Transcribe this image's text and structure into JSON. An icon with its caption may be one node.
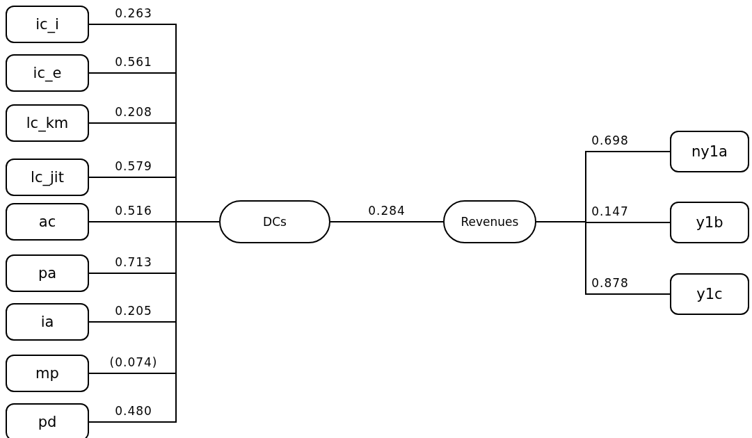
{
  "diagram": {
    "nodes": [
      {
        "text": [
          "ic_i"
        ]
      },
      {
        "text": [
          "ic_e"
        ]
      },
      {
        "text": [
          "lc_km"
        ]
      },
      {
        "text": [
          "lc_jit"
        ]
      },
      {
        "text": [
          "ac"
        ]
      },
      {
        "text": [
          "pa"
        ]
      },
      {
        "text": [
          "ia"
        ]
      },
      {
        "text": [
          "mp"
        ]
      },
      {
        "text": [
          "pd"
        ]
      },
      {
        "text": [
          "DCs"
        ]
      },
      {
        "text": [
          "Revenues"
        ]
      },
      {
        "text": [
          "ny1a"
        ]
      },
      {
        "text": [
          "y1b"
        ]
      },
      {
        "text": [
          "y1c"
        ]
      }
    ],
    "edges": [
      {
        "from": 0,
        "to": 9,
        "arrow": "none",
        "label": "0.263"
      },
      {
        "from": 1,
        "to": 9,
        "arrow": "none",
        "label": "0.561"
      },
      {
        "from": 2,
        "to": 9,
        "arrow": "none",
        "label": "0.208"
      },
      {
        "from": 3,
        "to": 9,
        "arrow": "none",
        "label": "0.579"
      },
      {
        "from": 4,
        "to": 9,
        "arrow": "none",
        "label": "0.516"
      },
      {
        "from": 5,
        "to": 9,
        "arrow": "none",
        "label": "0.713"
      },
      {
        "from": 6,
        "to": 9,
        "arrow": "none",
        "label": "0.205"
      },
      {
        "from": 7,
        "to": 9,
        "arrow": "none",
        "label": "(0.074)"
      },
      {
        "from": 8,
        "to": 9,
        "arrow": "none",
        "label": "0.480"
      },
      {
        "from": 9,
        "to": 10,
        "arrow": "none",
        "label": "0.284"
      },
      {
        "from": 10,
        "to": 11,
        "arrow": "none",
        "label": "0.698"
      },
      {
        "from": 10,
        "to": 12,
        "arrow": "none",
        "label": "0.147"
      },
      {
        "from": 10,
        "to": 13,
        "arrow": "none",
        "label": "0.878"
      }
    ]
  }
}
